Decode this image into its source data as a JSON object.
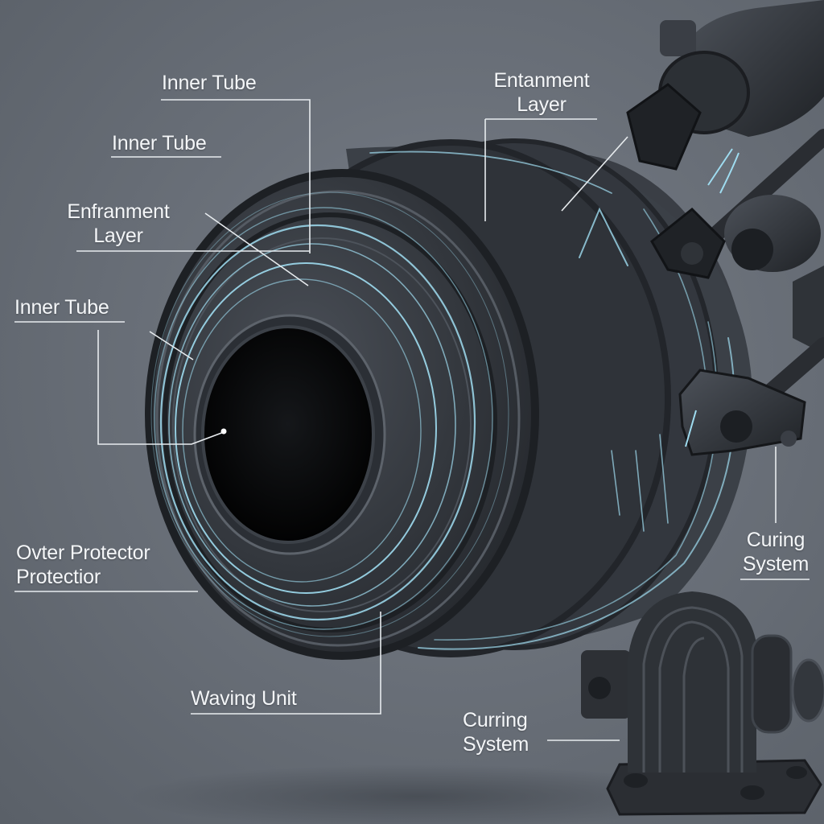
{
  "diagram": {
    "subject": "Layered hose/tube cross-section with robotic manufacturing equipment",
    "colors": {
      "background": "#6a7079",
      "tube_body": "#2e3238",
      "tube_bore": "#050607",
      "glow_lines": "#9fdcf0",
      "label_text": "#f4f6f8",
      "leader_lines": "#e8ecef"
    },
    "labels": [
      {
        "id": "inner-tube-top",
        "line1": "Inner Tube",
        "line2": ""
      },
      {
        "id": "inner-tube-second",
        "line1": "Inner Tube",
        "line2": ""
      },
      {
        "id": "enframent-layer-left",
        "line1": "Enfranment",
        "line2": "Layer"
      },
      {
        "id": "inner-tube-left",
        "line1": "Inner Tube",
        "line2": ""
      },
      {
        "id": "outer-protector",
        "line1": "Ovter Protector",
        "line2": "Protectior"
      },
      {
        "id": "waving-unit",
        "line1": "Waving Unit",
        "line2": ""
      },
      {
        "id": "entanment-layer-right",
        "line1": "Entanment",
        "line2": "Layer"
      },
      {
        "id": "curing-system-right",
        "line1": "Curing",
        "line2": "System"
      },
      {
        "id": "curring-system-bottom",
        "line1": "Curring",
        "line2": "System"
      }
    ]
  }
}
